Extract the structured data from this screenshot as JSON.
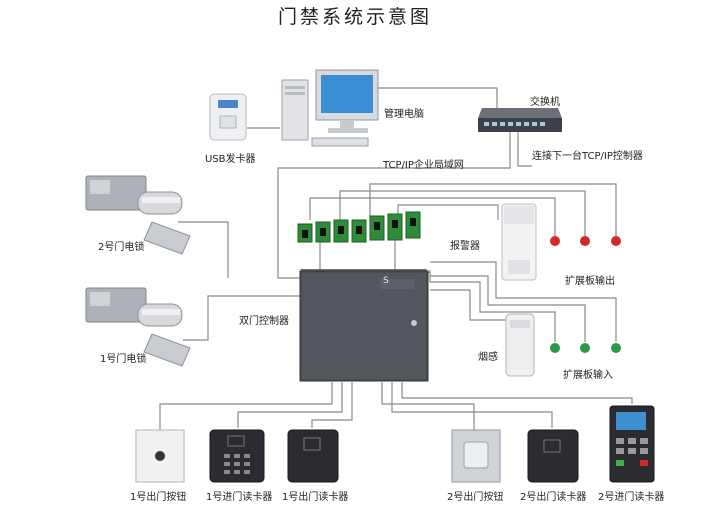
{
  "title": "门禁系统示意图",
  "labels": {
    "usb_card_issuer": "USB发卡器",
    "management_pc": "管理电脑",
    "switch": "交换机",
    "next_controller": "连接下一台TCP/IP控制器",
    "lan": "TCP/IP企业局域网",
    "lock2": "2号门电锁",
    "lock1": "1号门电锁",
    "alarm": "报警器",
    "ext_output": "扩展板输出",
    "dual_controller": "双门控制器",
    "smoke": "烟感",
    "ext_input": "扩展板输入",
    "exit_btn1": "1号出门按钮",
    "in_reader1": "1号进门读卡器",
    "out_reader1": "1号出门读卡器",
    "exit_btn2": "2号出门按钮",
    "out_reader2": "2号出门读卡器",
    "in_reader2": "2号进门读卡器"
  },
  "colors": {
    "wire": "#8a8a8a",
    "relay_green": "#2e8b3a",
    "output_red": "#d12a2a",
    "input_green": "#2c9a44",
    "cabinet": "#4a4d52",
    "reader_dark": "#2a2c31"
  },
  "icons": {
    "card_issuer": "card-issuer-icon",
    "computer": "desktop-computer-icon",
    "switch": "network-switch-icon",
    "lock": "electric-lock-icon",
    "relay": "relay-board-icon",
    "alarm": "alarm-siren-icon",
    "controller": "controller-cabinet-icon",
    "smoke": "smoke-detector-icon",
    "button": "exit-button-icon",
    "reader": "card-reader-icon"
  },
  "controller_brand": "S"
}
